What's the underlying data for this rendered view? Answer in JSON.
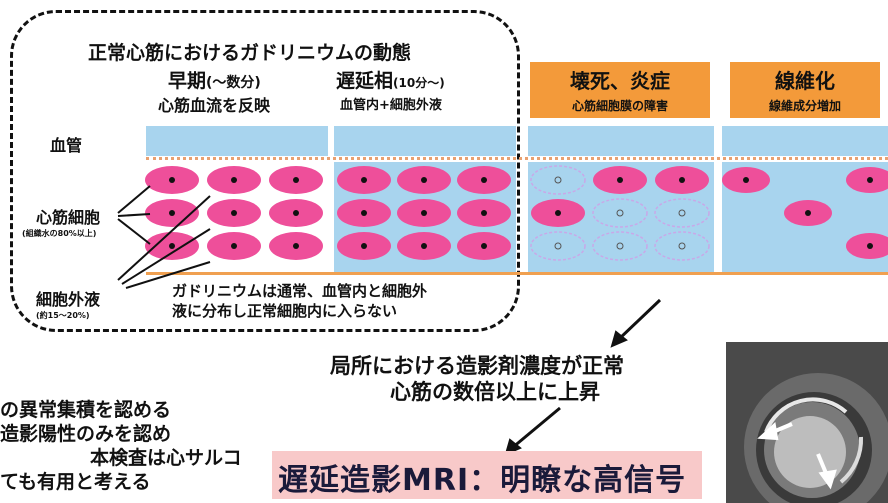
{
  "diagram": {
    "title": "正常心筋におけるガドリニウムの動態",
    "columns": {
      "early": {
        "title": "早期",
        "title_sub": "(〜数分)",
        "subtitle": "心筋血流を反映"
      },
      "late": {
        "title": "遅延相",
        "title_sub": "(10分〜)",
        "subtitle": "血管内+細胞外液"
      },
      "necrosis": {
        "title": "壊死、炎症",
        "subtitle": "心筋細胞膜の障害"
      },
      "fibrosis": {
        "title": "線維化",
        "subtitle": "線維成分増加"
      }
    },
    "labels": {
      "vessel": "血管",
      "myocyte": "心筋細胞",
      "myocyte_note": "(組織水の80%以上)",
      "ecf": "細胞外液",
      "ecf_note": "(約15〜20%)"
    },
    "box_note": [
      "ガドリニウムは通常、血管内と細胞外",
      "液に分布し正常細胞内に入らない"
    ],
    "result_note": [
      "局所における造影剤濃度が正常",
      "心筋の数倍以上に上昇"
    ],
    "conclusion": "遅延造影MRI：明瞭な高信号",
    "left_text": [
      "の異常集積を認める",
      "造影陽性のみを認め",
      "本検査は心サルコ",
      "ても有用と考える"
    ]
  },
  "colors": {
    "blood": "#a8d4ee",
    "cell": "#ee4f9a",
    "cell_dim": "#c9a8e8",
    "header": "#f39a3a",
    "conclusion_bg": "#f8c9c9"
  }
}
